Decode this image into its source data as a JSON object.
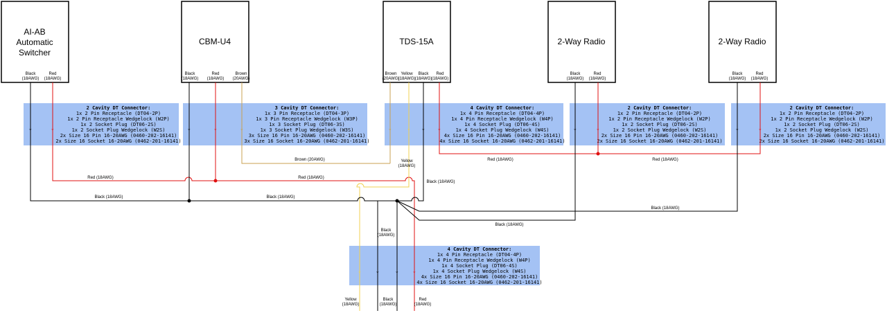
{
  "devices": {
    "aiab": {
      "title_lines": [
        "AI-AB",
        "Automatic",
        "Switcher"
      ],
      "pins": [
        {
          "line1": "Black",
          "line2": "(18AWG)"
        },
        {
          "line1": "Red",
          "line2": "(18AWG)"
        }
      ]
    },
    "cbm": {
      "title_lines": [
        "CBM-U4"
      ],
      "pins": [
        {
          "line1": "Black",
          "line2": "(18AWG)"
        },
        {
          "line1": "Red",
          "line2": "(18AWG)"
        },
        {
          "line1": "Brown",
          "line2": "(20AWG)"
        }
      ]
    },
    "tds": {
      "title_lines": [
        "TDS-15A"
      ],
      "pins": [
        {
          "line1": "Brown",
          "line2": "(20AWG)"
        },
        {
          "line1": "Yellow",
          "line2": "(18AWG)"
        },
        {
          "line1": "Black",
          "line2": "(18AWG)"
        },
        {
          "line1": "Red",
          "line2": "(18AWG)"
        }
      ]
    },
    "radio1": {
      "title_lines": [
        "2-Way Radio"
      ],
      "pins": [
        {
          "line1": "Black",
          "line2": "(18AWG)"
        },
        {
          "line1": "Red",
          "line2": "(18AWG)"
        }
      ]
    },
    "radio2": {
      "title_lines": [
        "2-Way Radio"
      ],
      "pins": [
        {
          "line1": "Black",
          "line2": "(18AWG)"
        },
        {
          "line1": "Red",
          "line2": "(18AWG)"
        }
      ]
    }
  },
  "connectors": {
    "c1": {
      "title": "2 Cavity DT Connector:",
      "lines": [
        "1x 2 Pin Receptacle (DT04-2P)",
        "1x 2 Pin Receptacle Wedgelock (W2P)",
        "1x 2 Socket Plug (DT06-2S)",
        "1x 2 Socket Plug Wedgelock (W2S)",
        "2x Size 16 Pin 16-20AWG (0460-202-16141)",
        "2x Size 16 Socket 16-20AWG (0462-201-16141)"
      ]
    },
    "c2": {
      "title": "3 Cavity DT Connector:",
      "lines": [
        "1x 3 Pin Receptacle (DT04-3P)",
        "1x 3 Pin Receptacle Wedgelock (W3P)",
        "1x 3 Socket Plug (DT06-3S)",
        "1x 3 Socket Plug Wedgelock (W3S)",
        "3x Size 16 Pin 16-20AWG (0460-202-16141)",
        "3x Size 16 Socket 16-20AWG (0462-201-16141)"
      ]
    },
    "c3": {
      "title": "4 Cavity DT Connector:",
      "lines": [
        "1x 4 Pin Receptacle (DT04-4P)",
        "1x 4 Pin Receptacle Wedgelock (W4P)",
        "1x 4 Socket Plug (DT06-4S)",
        "1x 4 Socket Plug Wedgelock (W4S)",
        "4x Size 16 Pin 16-20AWG (0460-202-16141)",
        "4x Size 16 Socket 16-20AWG (0462-201-16141)"
      ]
    },
    "c4": {
      "title": "2 Cavity DT Connector:",
      "lines": [
        "1x 2 Pin Receptacle (DT04-2P)",
        "1x 2 Pin Receptacle Wedgelock (W2P)",
        "1x 2 Socket Plug (DT06-2S)",
        "1x 2 Socket Plug Wedgelock (W2S)",
        "2x Size 16 Pin 16-20AWG (0460-202-16141)",
        "2x Size 16 Socket 16-20AWG (0462-201-16141)"
      ]
    },
    "c5": {
      "title": "2 Cavity DT Connector:",
      "lines": [
        "1x 2 Pin Receptacle (DT04-2P)",
        "1x 2 Pin Receptacle Wedgelock (W2P)",
        "1x 2 Socket Plug (DT06-2S)",
        "1x 2 Socket Plug Wedgelock (W2S)",
        "2x Size 16 Pin 16-20AWG (0460-202-16141)",
        "2x Size 16 Socket 16-20AWG (0462-201-16141)"
      ]
    },
    "c6": {
      "title": "4 Cavity DT Connector:",
      "lines": [
        "1x 4 Pin Receptacle (DT04-4P)",
        "1x 4 Pin Receptacle Wedgelock (W4P)",
        "1x 4 Socket Plug (DT06-4S)",
        "1x 4 Socket Plug Wedgelock (W4S)",
        "4x Size 16 Pin 16-20AWG (0460-202-16141)",
        "4x Size 16 Socket 16-20AWG (0462-201-16141)"
      ]
    }
  },
  "wire_labels": {
    "brown_cbm": "Brown (20AWG)",
    "yellow_tds_1": "Yellow",
    "yellow_tds_2": "(18AWG)",
    "red_radios_1": "Red (18AWG)",
    "red_radios_2": "Red (18AWG)",
    "red_main": "Red (18AWG)",
    "red_aiab": "Red (18AWG)",
    "black_tds": "Black (18AWG)",
    "black_aiab": "Black (18AWG)",
    "black_cbm": "Black (18AWG)",
    "black_radio2": "Black (18AWG)",
    "black_radio1": "Black (18AWG)",
    "black_down_1": "Black",
    "black_down_2": "(18AWG)"
  },
  "outputs": [
    {
      "line1": "Yellow",
      "line2": "(18AWG)"
    },
    {
      "line1": "Black",
      "line2": "(18AWG)"
    },
    {
      "line1": "Red",
      "line2": "(18AWG)"
    }
  ],
  "colors": {
    "black": "#000000",
    "red": "#e01010",
    "brown": "#c8a050",
    "yellow": "#f0d050",
    "connector_fill": "#a4c2f4"
  }
}
